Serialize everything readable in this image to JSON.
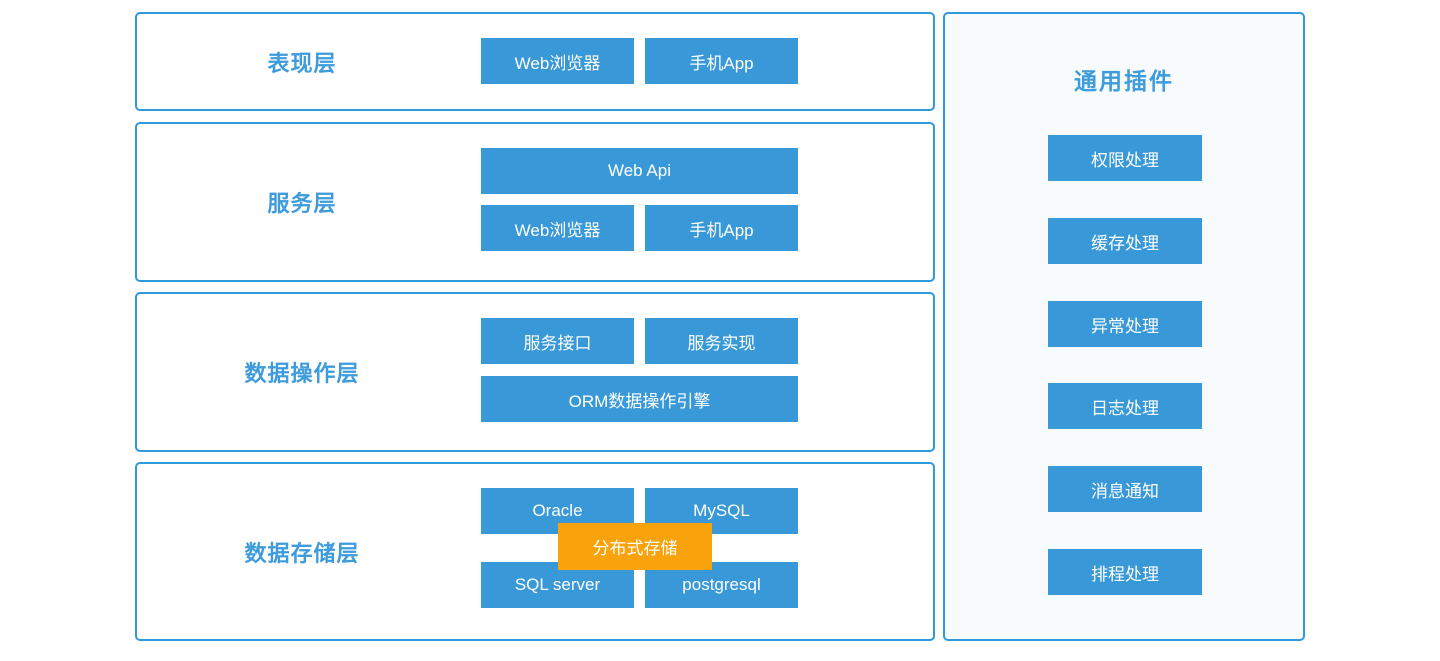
{
  "colors": {
    "button_blue": "#3999D8",
    "border_blue": "#2E99DC",
    "title_blue": "#3E9BDC",
    "orange": "#F8A20C",
    "sidebar_bg": "#F7FBFE",
    "section_bg": "#FFFFFF"
  },
  "layers": [
    {
      "title": "表现层",
      "rows": [
        [
          "Web浏览器",
          "手机App"
        ]
      ]
    },
    {
      "title": "服务层",
      "rows": [
        [
          "Web Api"
        ],
        [
          "Web浏览器",
          "手机App"
        ]
      ]
    },
    {
      "title": "数据操作层",
      "rows": [
        [
          "服务接口",
          "服务实现"
        ],
        [
          "ORM数据操作引擎"
        ]
      ]
    },
    {
      "title": "数据存储层",
      "rows": [
        [
          "Oracle",
          "MySQL"
        ],
        [
          "SQL server",
          "postgresql"
        ]
      ],
      "overlay": "分布式存储"
    }
  ],
  "sidebar": {
    "title": "通用插件",
    "items": [
      "权限处理",
      "缓存处理",
      "异常处理",
      "日志处理",
      "消息通知",
      "排程处理"
    ]
  }
}
